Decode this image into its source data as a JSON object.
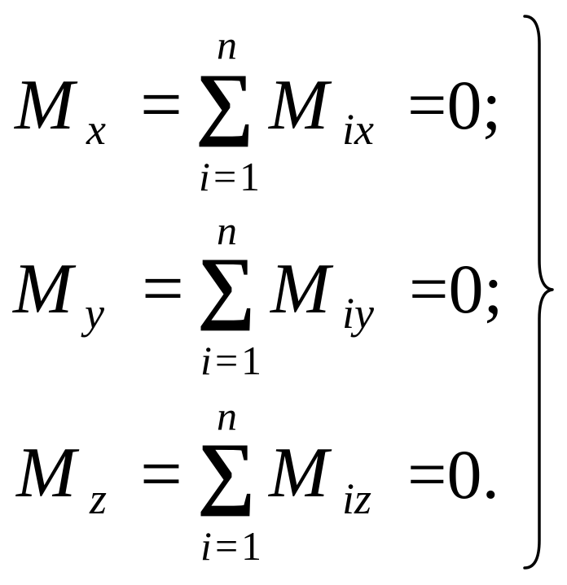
{
  "equations": [
    {
      "lhs_symbol": "M",
      "lhs_subscript": "x",
      "equals": "=",
      "sum_symbol": "∑",
      "upper_limit": "n",
      "lower_index": "i",
      "lower_equals": "=",
      "lower_start": "1",
      "term_symbol": "M",
      "term_subscript": "ix",
      "rhs": "=0;"
    },
    {
      "lhs_symbol": "M",
      "lhs_subscript": "y",
      "equals": "=",
      "sum_symbol": "∑",
      "upper_limit": "n",
      "lower_index": "i",
      "lower_equals": "=",
      "lower_start": "1",
      "term_symbol": "M",
      "term_subscript": "iy",
      "rhs": "=0;"
    },
    {
      "lhs_symbol": "M",
      "lhs_subscript": "z",
      "equals": "=",
      "sum_symbol": "∑",
      "upper_limit": "n",
      "lower_index": "i",
      "lower_equals": "=",
      "lower_start": "1",
      "term_symbol": "M",
      "term_subscript": "iz",
      "rhs": "=0."
    }
  ],
  "colors": {
    "background": "#ffffff",
    "text": "#000000"
  }
}
